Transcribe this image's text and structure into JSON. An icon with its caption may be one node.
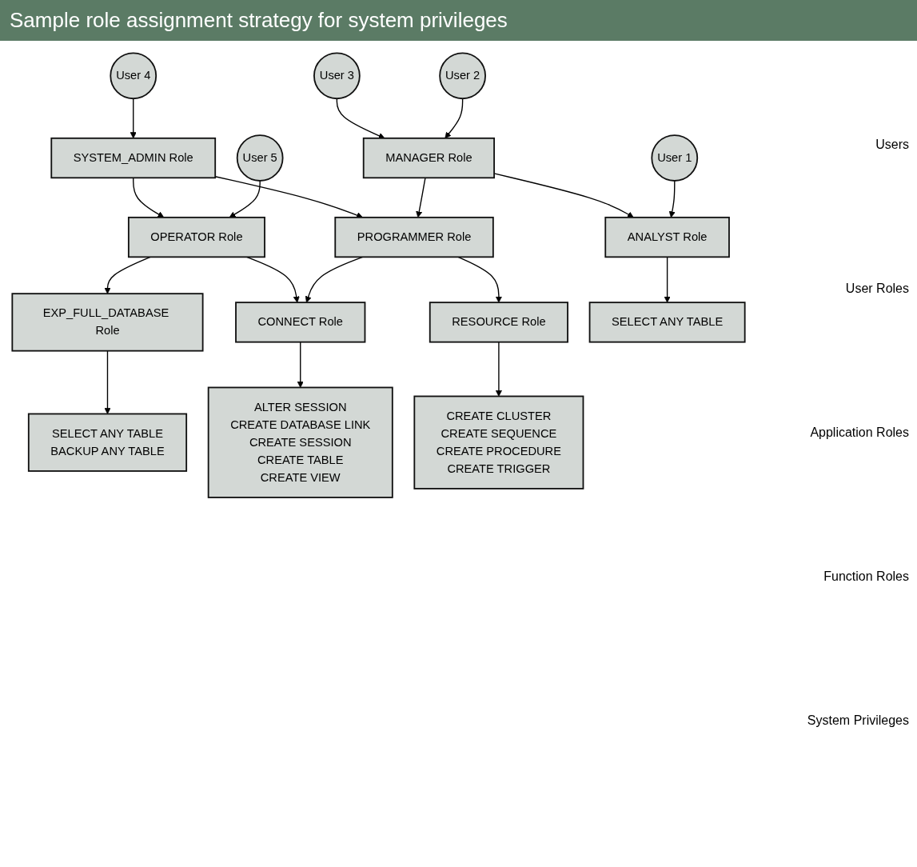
{
  "diagram": {
    "title": "Sample role assignment strategy for system privileges",
    "nodes": [
      {
        "text": [
          "User 1"
        ]
      },
      {
        "text": [
          "User 2"
        ]
      },
      {
        "text": [
          "User 3"
        ]
      },
      {
        "text": [
          "User 4"
        ]
      },
      {
        "text": [
          "User 5"
        ]
      },
      {
        "text": [
          "MANAGER Role"
        ]
      },
      {
        "text": [
          "SYSTEM_ADMIN Role"
        ]
      },
      {
        "text": [
          "ANALYST Role"
        ]
      },
      {
        "text": [
          "PROGRAMMER Role"
        ]
      },
      {
        "text": [
          "OPERATOR Role"
        ]
      },
      {
        "text": [
          "RESOURCE Role"
        ]
      },
      {
        "text": [
          "CONNECT Role"
        ]
      },
      {
        "text": [
          "EXP_FULL_DATABASE Role"
        ]
      },
      {
        "text": [
          "SELECT ANY TABLE"
        ]
      },
      {
        "text": [
          "CREATE CLUSTER",
          "CREATE SEQUENCE",
          "CREATE PROCEDURE",
          "CREATE TRIGGER"
        ]
      },
      {
        "text": [
          "ALTER SESSION",
          "CREATE DATABASE LINK",
          "CREATE SESSION",
          "CREATE TABLE",
          "CREATE VIEW"
        ]
      },
      {
        "text": [
          "SELECT ANY TABLE",
          "BACKUP ANY TABLE"
        ]
      }
    ],
    "edges": [
      {
        "from": 0,
        "to": 7,
        "arrow": "to"
      },
      {
        "from": 1,
        "to": 5,
        "arrow": "to"
      },
      {
        "from": 2,
        "to": 5,
        "arrow": "to"
      },
      {
        "from": 3,
        "to": 6,
        "arrow": "to"
      },
      {
        "from": 4,
        "to": 9,
        "arrow": "to"
      },
      {
        "from": 5,
        "to": 7,
        "arrow": "to"
      },
      {
        "from": 5,
        "to": 8,
        "arrow": "to"
      },
      {
        "from": 6,
        "to": 8,
        "arrow": "to"
      },
      {
        "from": 6,
        "to": 9,
        "arrow": "to"
      },
      {
        "from": 8,
        "to": 10,
        "arrow": "to"
      },
      {
        "from": 8,
        "to": 11,
        "arrow": "to"
      },
      {
        "from": 9,
        "to": 11,
        "arrow": "to"
      },
      {
        "from": 9,
        "to": 12,
        "arrow": "to"
      },
      {
        "from": 7,
        "to": 13,
        "arrow": "to"
      },
      {
        "from": 10,
        "to": 14,
        "arrow": "to"
      },
      {
        "from": 11,
        "to": 15,
        "arrow": "to"
      },
      {
        "from": 12,
        "to": 16,
        "arrow": "to"
      }
    ],
    "labels": [
      "Users",
      "User Roles",
      "Application Roles",
      "Function Roles",
      "System Privileges"
    ]
  }
}
